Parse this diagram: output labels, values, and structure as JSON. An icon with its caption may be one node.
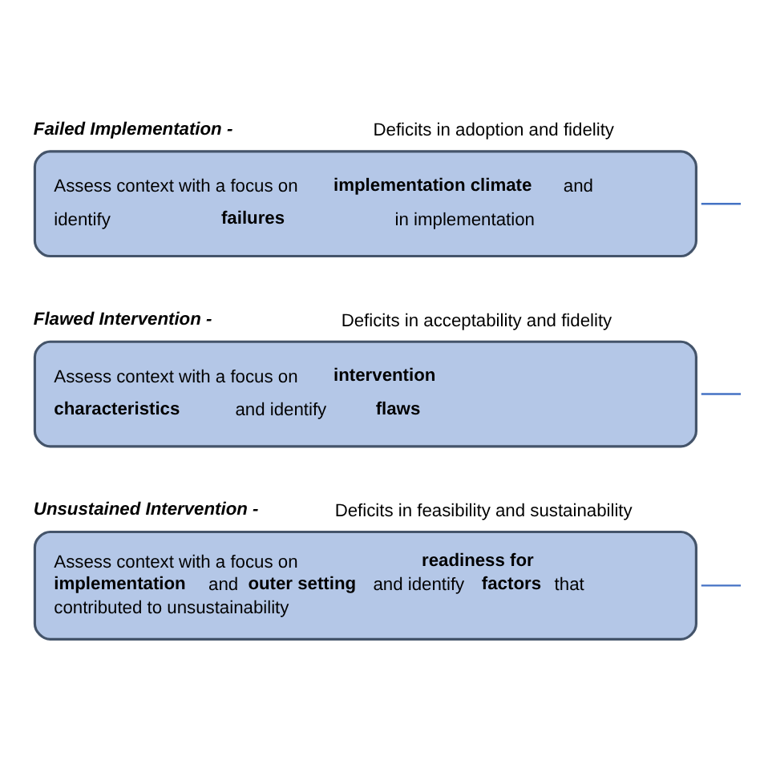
{
  "diagram": {
    "nodes": [
      {
        "text": [
          "**Failed Implementation -** Deficits in adoption and fidelity",
          "Assess context with a focus on **implementation climate** and identify **failures** in implementation"
        ]
      },
      {
        "text": [
          "**Flawed Intervention -** Deficits in acceptability and fidelity",
          "Assess context with a focus on **intervention characteristics** and identify **flaws**"
        ]
      },
      {
        "text": [
          "**Unsustained Intervention -** Deficits in feasibility and sustainability",
          "Assess context with a focus on **readiness for implementation** and **outer setting** and identify **factors** that contributed to unsustainability"
        ]
      }
    ],
    "edges": [
      {
        "from": 0,
        "to": null,
        "arrow": "none"
      },
      {
        "from": 1,
        "to": null,
        "arrow": "none"
      },
      {
        "from": 2,
        "to": null,
        "arrow": "none"
      }
    ]
  }
}
